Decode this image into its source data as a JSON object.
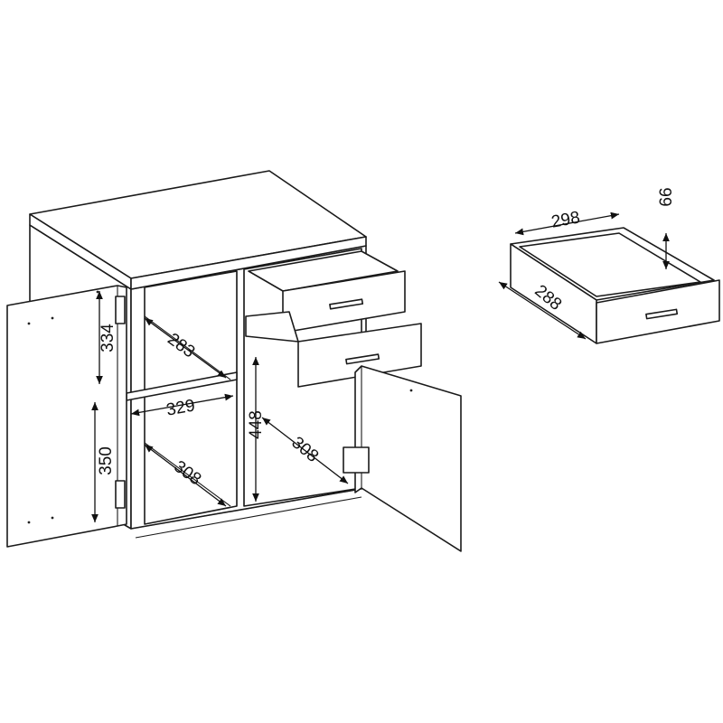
{
  "dimensions": {
    "upper_compartment_height": "334",
    "shelf_depth": "283",
    "shelf_width": "329",
    "lower_compartment_height": "350",
    "left_bottom_depth": "308",
    "right_compartment_height": "448",
    "right_bottom_depth": "308",
    "drawer_width": "298",
    "drawer_height": "66",
    "drawer_depth": "288"
  }
}
